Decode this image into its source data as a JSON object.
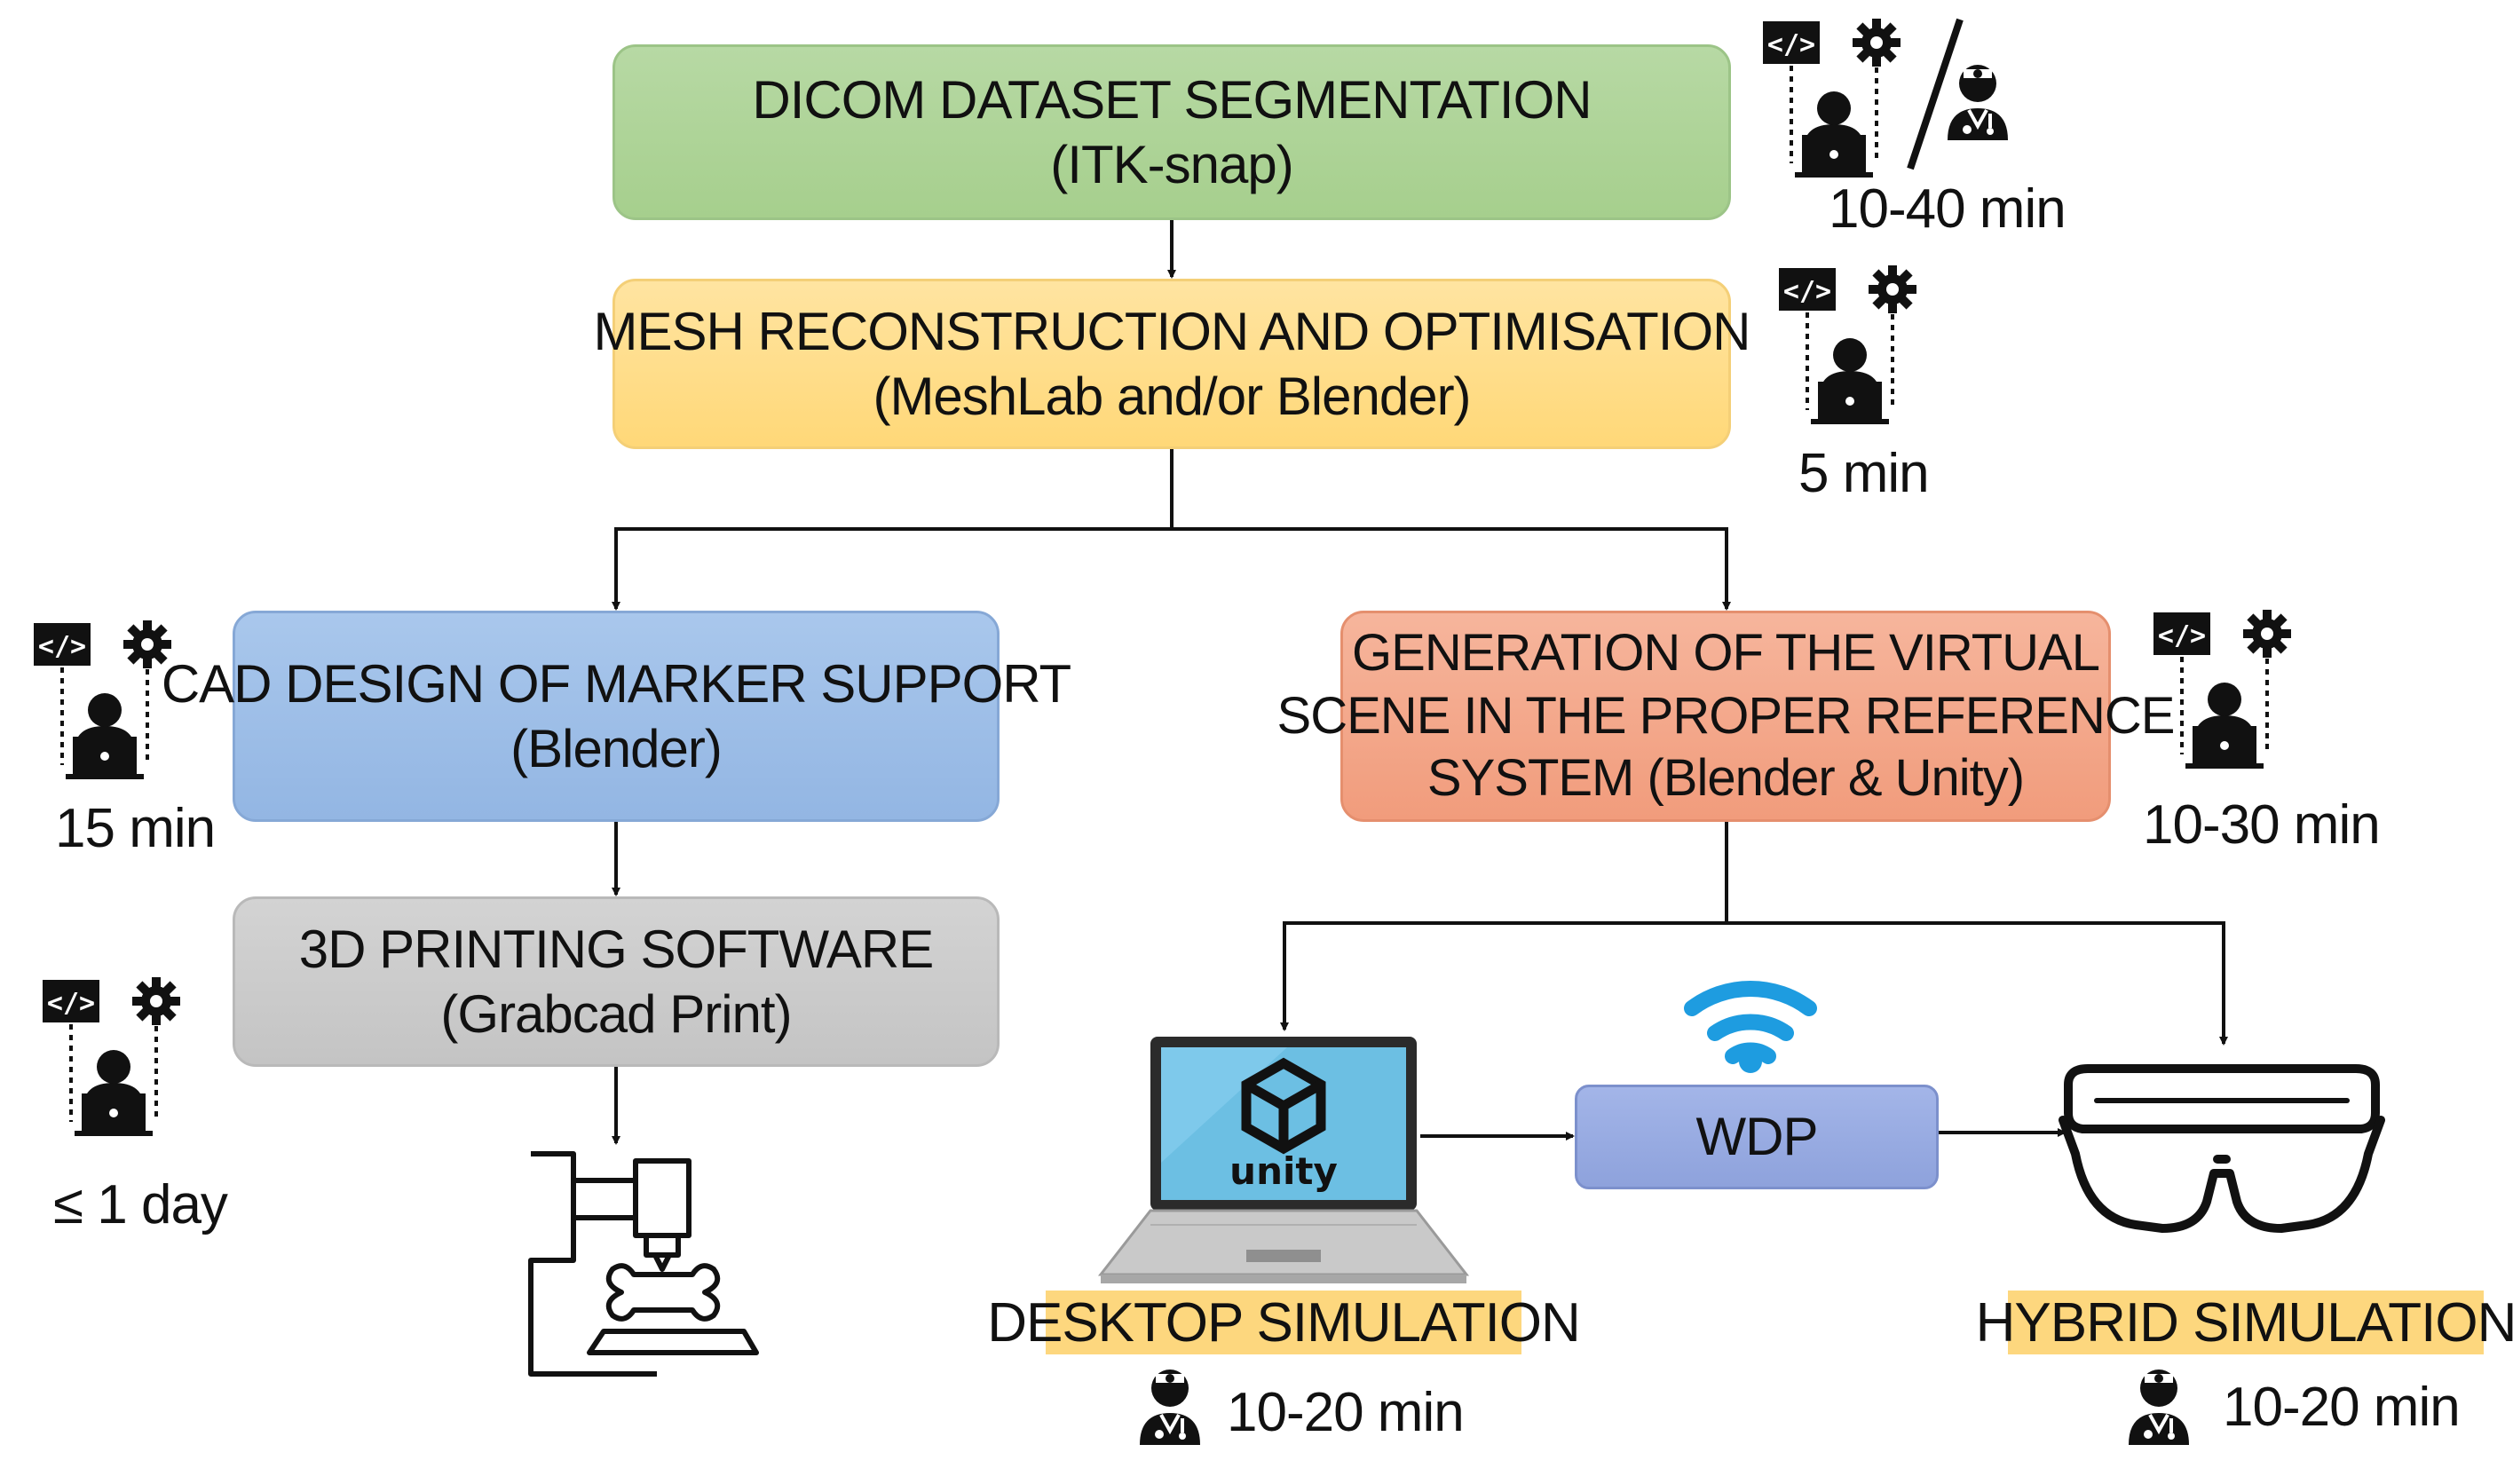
{
  "boxes": {
    "segmentation": {
      "line1": "DICOM DATASET SEGMENTATION",
      "line2": "(ITK-snap)"
    },
    "mesh": {
      "line1": "MESH RECONSTRUCTION AND OPTIMISATION",
      "line2": "(MeshLab and/or Blender)"
    },
    "cad": {
      "line1": "CAD DESIGN OF MARKER SUPPORT",
      "line2": "(Blender)"
    },
    "printing": {
      "line1": "3D PRINTING SOFTWARE",
      "line2": "(Grabcad Print)"
    },
    "virtual_scene": {
      "line1": "GENERATION OF THE VIRTUAL",
      "line2": "SCENE IN THE PROPER REFERENCE",
      "line3": "SYSTEM (Blender & Unity)"
    },
    "wdp": {
      "label": "WDP"
    }
  },
  "times": {
    "segmentation": "10-40 min",
    "mesh": "5 min",
    "cad": "15 min",
    "printing": "≤ 1 day",
    "virtual_scene": "10-30 min",
    "desktop": "10-20 min",
    "hybrid": "10-20 min"
  },
  "labels": {
    "desktop": "DESKTOP SIMULATION",
    "hybrid": "HYBRID SIMULATION",
    "unity_logo": "unity"
  },
  "colors": {
    "green": "#a6cf8d",
    "yellow": "#ffd878",
    "blue": "#93b6e3",
    "grey": "#c4c4c4",
    "orange": "#f19c7c",
    "wdp": "#8ea2dc",
    "tag": "#fdd77e",
    "wifi": "#1e9ce0",
    "screen": "#6cbfe3"
  },
  "icons": [
    "developer-icon",
    "code-icon",
    "gear-icon",
    "doctor-icon",
    "laptop-icon",
    "unity-logo-icon",
    "wifi-icon",
    "ar-glasses-icon",
    "3d-printer-icon"
  ]
}
